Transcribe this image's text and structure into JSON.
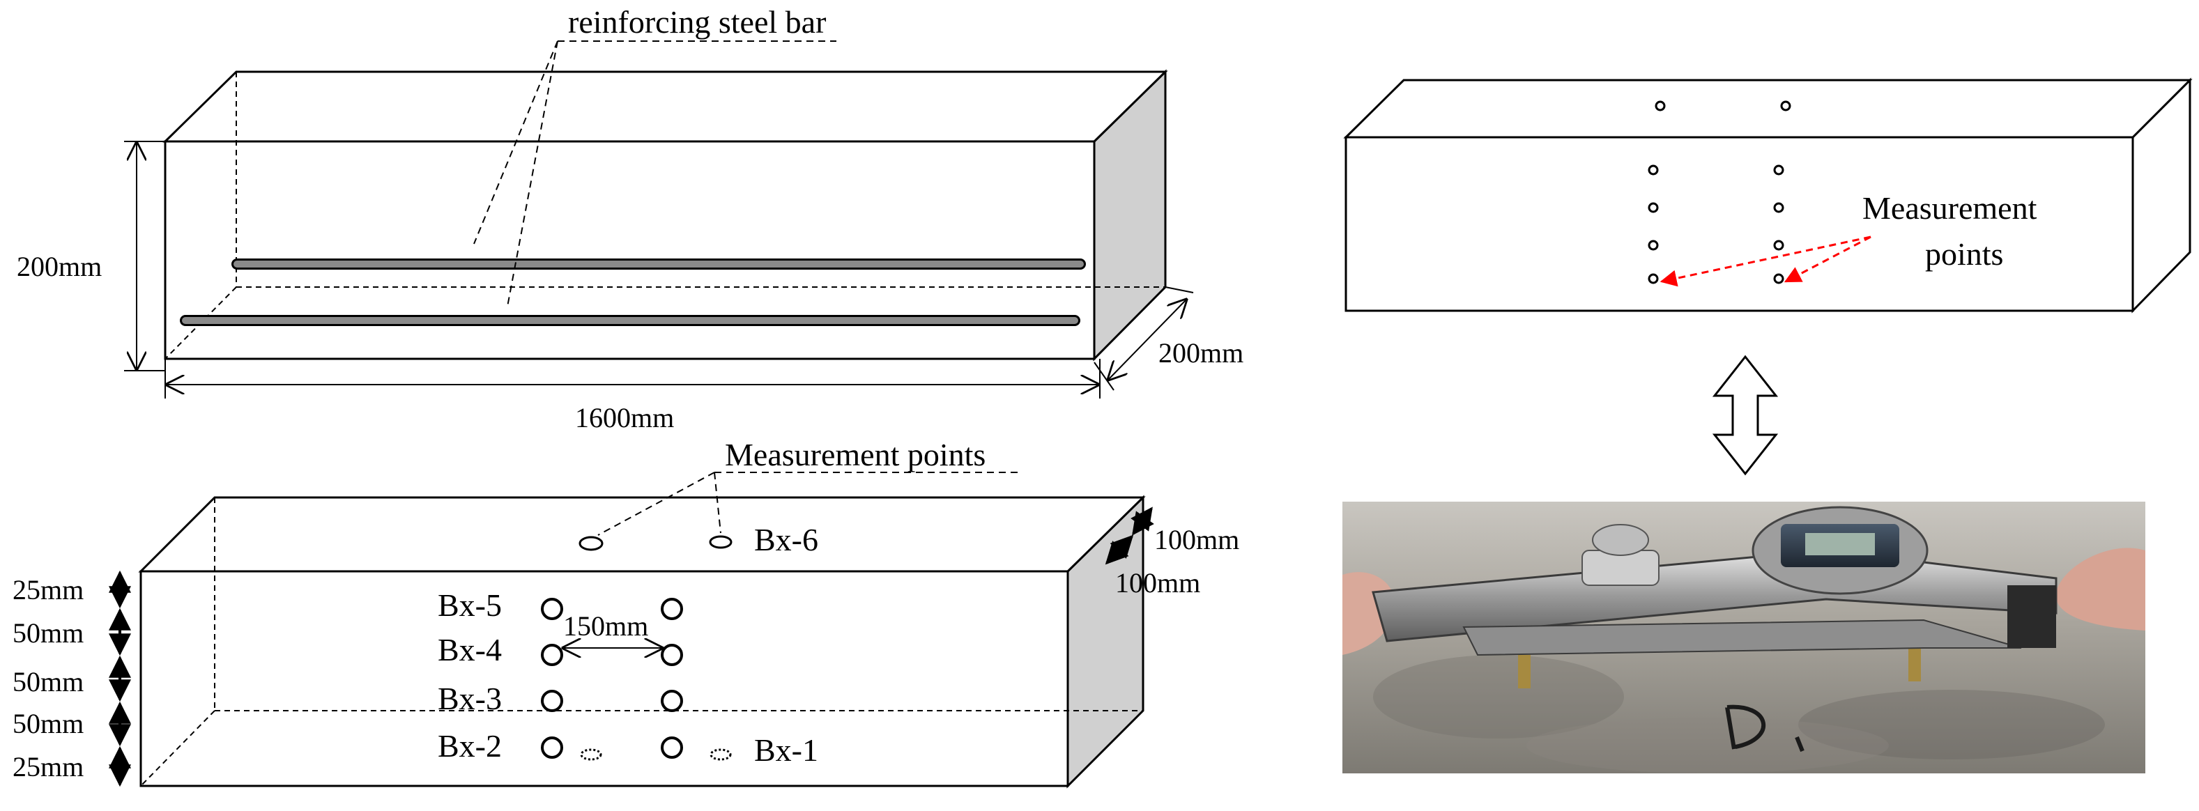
{
  "top_beam": {
    "rebar_label": "reinforcing steel bar",
    "height_label": "200mm",
    "depth_label": "200mm",
    "length_label": "1600mm"
  },
  "bottom_beam": {
    "measurement_label": "Measurement points",
    "depth_label_a": "100mm",
    "depth_label_b": "100mm",
    "spacing_labels": [
      "25mm",
      "50mm",
      "50mm",
      "50mm",
      "25mm"
    ],
    "point_labels": [
      "Bx-5",
      "Bx-4",
      "Bx-3",
      "Bx-2",
      "Bx-1",
      "Bx-6"
    ],
    "horizontal_spacing_label": "150mm"
  },
  "right_beam": {
    "measurement_label_line1": "Measurement",
    "measurement_label_line2": "points"
  },
  "colors": {
    "stroke": "#000000",
    "side_face": "#d0d0d0",
    "rebar": "#808080",
    "arrow_red": "#ff0000"
  },
  "icons": {
    "double_arrow": "vertical-double-arrow-icon",
    "photo": "demec-strain-gauge-photo"
  }
}
